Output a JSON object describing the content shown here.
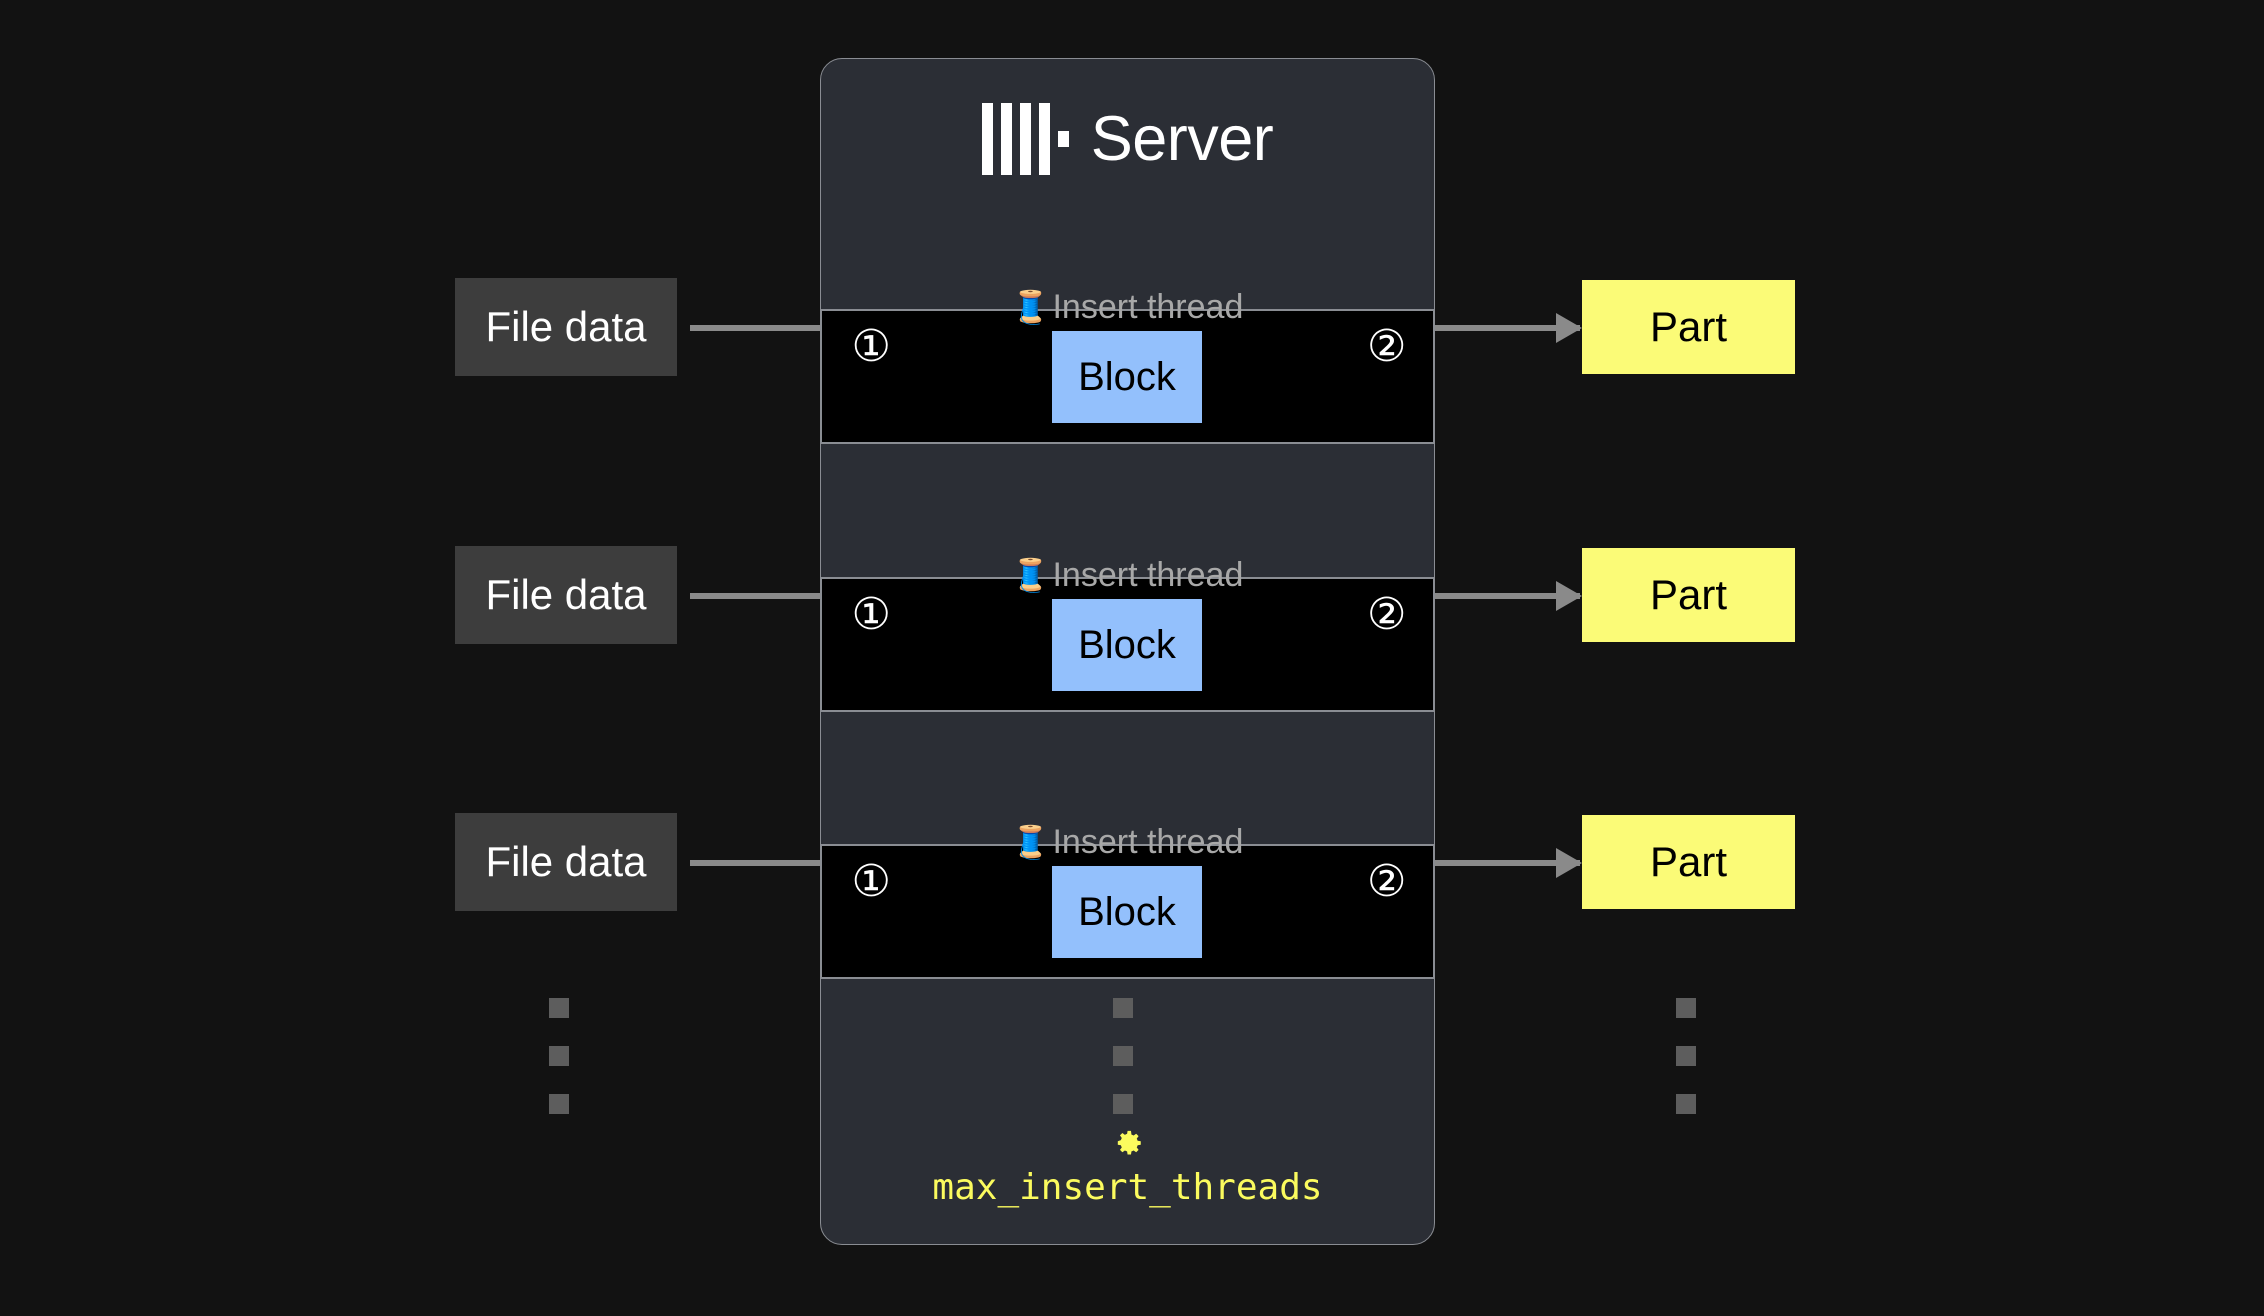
{
  "page": {
    "background_color": "#121212",
    "title": "ClickHouse Server insert threads diagram"
  },
  "server": {
    "title": "Server",
    "logo_icon": "clickhouse-logo-icon",
    "panel_color": "#2b2e35",
    "border_color": "#8a8d93",
    "setting": {
      "icon": "gear-icon",
      "name": "max_insert_threads",
      "color": "#fbfb5e"
    }
  },
  "lanes": [
    {
      "label": "Insert thread",
      "icon": "thread-spool-icon",
      "step_in": "①",
      "step_out": "②",
      "block_label": "Block",
      "block_color": "#93c0fc"
    },
    {
      "label": "Insert thread",
      "icon": "thread-spool-icon",
      "step_in": "①",
      "step_out": "②",
      "block_label": "Block",
      "block_color": "#93c0fc"
    },
    {
      "label": "Insert thread",
      "icon": "thread-spool-icon",
      "step_in": "①",
      "step_out": "②",
      "block_label": "Block",
      "block_color": "#93c0fc"
    }
  ],
  "inputs": [
    {
      "label": "File data",
      "color": "#3d3d3d"
    },
    {
      "label": "File data",
      "color": "#3d3d3d"
    },
    {
      "label": "File data",
      "color": "#3d3d3d"
    }
  ],
  "outputs": [
    {
      "label": "Part",
      "color": "#fbfb77"
    },
    {
      "label": "Part",
      "color": "#fbfb77"
    },
    {
      "label": "Part",
      "color": "#fbfb77"
    }
  ],
  "ellipsis": {
    "count": 3,
    "color": "#5d5d5d"
  }
}
